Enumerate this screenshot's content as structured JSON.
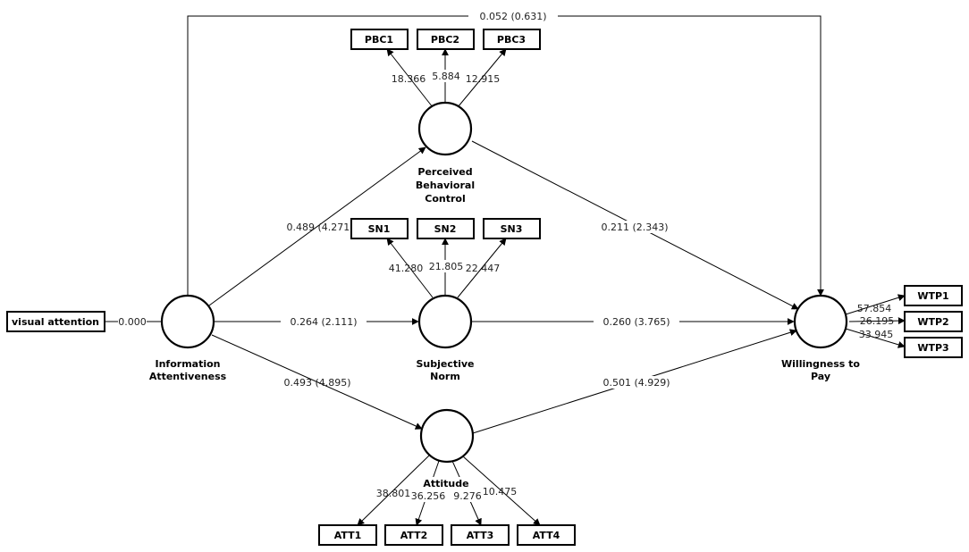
{
  "indicators": {
    "visual_attention": "visual attention",
    "pbc1": "PBC1",
    "pbc2": "PBC2",
    "pbc3": "PBC3",
    "sn1": "SN1",
    "sn2": "SN2",
    "sn3": "SN3",
    "att1": "ATT1",
    "att2": "ATT2",
    "att3": "ATT3",
    "att4": "ATT4",
    "wtp1": "WTP1",
    "wtp2": "WTP2",
    "wtp3": "WTP3"
  },
  "constructs": {
    "ia": [
      "Information",
      "Attentiveness"
    ],
    "pbc": [
      "Perceived",
      "Behavioral",
      "Control"
    ],
    "sn": [
      "Subjective",
      "Norm"
    ],
    "att": [
      "Attitude"
    ],
    "wtp": [
      "Willingness to",
      "Pay"
    ]
  },
  "paths": {
    "ia_wtp": "0.052 (0.631)",
    "ia_pbc": "0.489 (4.271)",
    "ia_sn": "0.264 (2.111)",
    "ia_att": "0.493 (4.895)",
    "pbc_wtp": "0.211 (2.343)",
    "sn_wtp": "0.260 (3.765)",
    "att_wtp": "0.501 (4.929)"
  },
  "loadings": {
    "visual": "0.000",
    "pbc1": "18.366",
    "pbc2": "5.884",
    "pbc3": "12.915",
    "sn1": "41.280",
    "sn2": "21.805",
    "sn3": "22.447",
    "att1": "38.801",
    "att2": "36.256",
    "att3": "9.276",
    "att4": "10.475",
    "wtp1": "57.854",
    "wtp2": "26.195",
    "wtp3": "33.945"
  }
}
